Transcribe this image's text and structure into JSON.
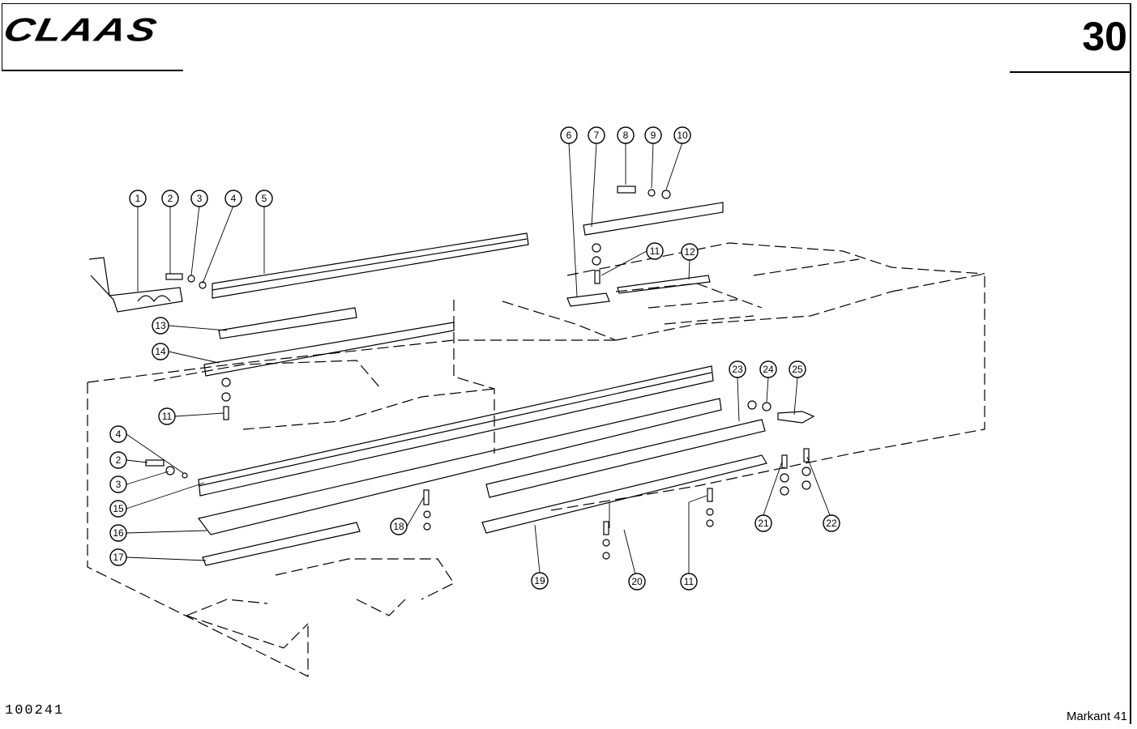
{
  "header": {
    "logo_text": "CLAAS",
    "page_number": "30"
  },
  "footer": {
    "document_number": "100241",
    "model": "Markant 41"
  },
  "diagram": {
    "type": "exploded parts view",
    "callouts": [
      "1",
      "2",
      "3",
      "4",
      "5",
      "6",
      "7",
      "8",
      "9",
      "10",
      "11",
      "12",
      "13",
      "14",
      "11",
      "4",
      "2",
      "3",
      "15",
      "16",
      "17",
      "18",
      "19",
      "20",
      "11",
      "21",
      "22",
      "23",
      "24",
      "25"
    ]
  }
}
